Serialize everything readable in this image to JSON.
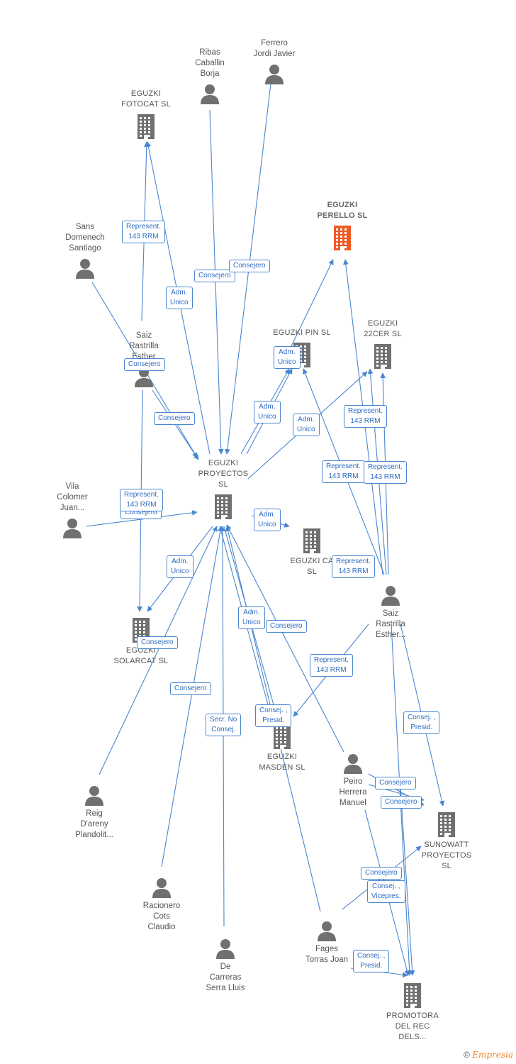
{
  "colors": {
    "edge": "#4a86d0",
    "node": "#707070",
    "highlight": "#ef5a24"
  },
  "nodes": [
    {
      "id": "fotocat",
      "kind": "company",
      "label": "EGUZKI\nFOTOCAT  SL",
      "label_pos": "above"
    },
    {
      "id": "ribas",
      "kind": "person",
      "label": "Ribas\nCaballin\nBorja",
      "label_pos": "above"
    },
    {
      "id": "ferrero",
      "kind": "person",
      "label": "Ferrero\nJordi Javier",
      "label_pos": "above"
    },
    {
      "id": "perello",
      "kind": "company-highlight",
      "label": "EGUZKI\nPERELLO  SL",
      "label_pos": "above"
    },
    {
      "id": "sans",
      "kind": "person",
      "label": "Sans\nDomenech\nSantiago",
      "label_pos": "above"
    },
    {
      "id": "saiz1",
      "kind": "person",
      "label": "Saiz\nRastrilla\nEsther",
      "label_pos": "above"
    },
    {
      "id": "pin",
      "kind": "company",
      "label": "EGUZKI PIN  SL",
      "label_pos": "above"
    },
    {
      "id": "22cer",
      "kind": "company",
      "label": "EGUZKI\n22CER  SL",
      "label_pos": "above"
    },
    {
      "id": "proyectos",
      "kind": "company",
      "label": "EGUZKI\nPROYECTOS\nSL",
      "label_pos": "above"
    },
    {
      "id": "vila",
      "kind": "person",
      "label": "Vila\nColomer\nJuan...",
      "label_pos": "above"
    },
    {
      "id": "ca",
      "kind": "company",
      "label": "EGUZKI CA\nSL",
      "label_pos": "below"
    },
    {
      "id": "saiz2",
      "kind": "person",
      "label": "Saiz\nRastrilla\nEsther...",
      "label_pos": "below"
    },
    {
      "id": "solarcat",
      "kind": "company",
      "label": "EGUZKI\nSOLARCAT  SL",
      "label_pos": "below"
    },
    {
      "id": "masden",
      "kind": "company",
      "label": "EGUZKI\nMASDEN  SL",
      "label_pos": "below"
    },
    {
      "id": "reig",
      "kind": "person",
      "label": "Reig\nD'areny\nPlandolit...",
      "label_pos": "below"
    },
    {
      "id": "peiro",
      "kind": "person",
      "label": "Peiro\nHerrera\nManuel",
      "label_pos": "below"
    },
    {
      "id": "sunowatt",
      "kind": "company",
      "label": "SUNOWATT\nPROYECTOS\nSL",
      "label_pos": "below"
    },
    {
      "id": "racionero",
      "kind": "person",
      "label": "Racionero\nCots\nClaudio",
      "label_pos": "below"
    },
    {
      "id": "decarreras",
      "kind": "person",
      "label": "De\nCarreras\nSerra Lluis",
      "label_pos": "below"
    },
    {
      "id": "fages",
      "kind": "person",
      "label": "Fages\nTorras Joan",
      "label_pos": "below"
    },
    {
      "id": "promotora",
      "kind": "company",
      "label": "PROMOTORA\nDEL REC\nDELS...",
      "label_pos": "below"
    }
  ],
  "edge_labels": [
    "Represent.\n143 RRM",
    "Adm.\nUnico",
    "Consejero",
    "Consejero",
    "Consejero",
    "Adm.\nUnico",
    "Adm.\nUnico",
    "Adm.\nUnico",
    "Consejero",
    "Represent.\n143 RRM",
    "Represent.\n143 RRM",
    "Represent.\n143 RRM",
    "Represent.\n143 RRM",
    "Consejero",
    "Adm.\nUnico",
    "Represent.\n143 RRM",
    "Adm.\nUnico",
    "Consejero",
    "Consejero",
    "Adm.\nUnico",
    "Consejero",
    "Represent.\n143 RRM",
    "Secr.  No\nConsej.",
    "Consej. ,\nPresid.",
    "Consej. ,\nPresid.",
    "Consejero",
    "Consejero",
    "Consejero",
    "Consej. ,\nVicepres.",
    "Consej. ,\nPresid."
  ],
  "footer": {
    "copyright": "©",
    "brand": "Empresia"
  }
}
